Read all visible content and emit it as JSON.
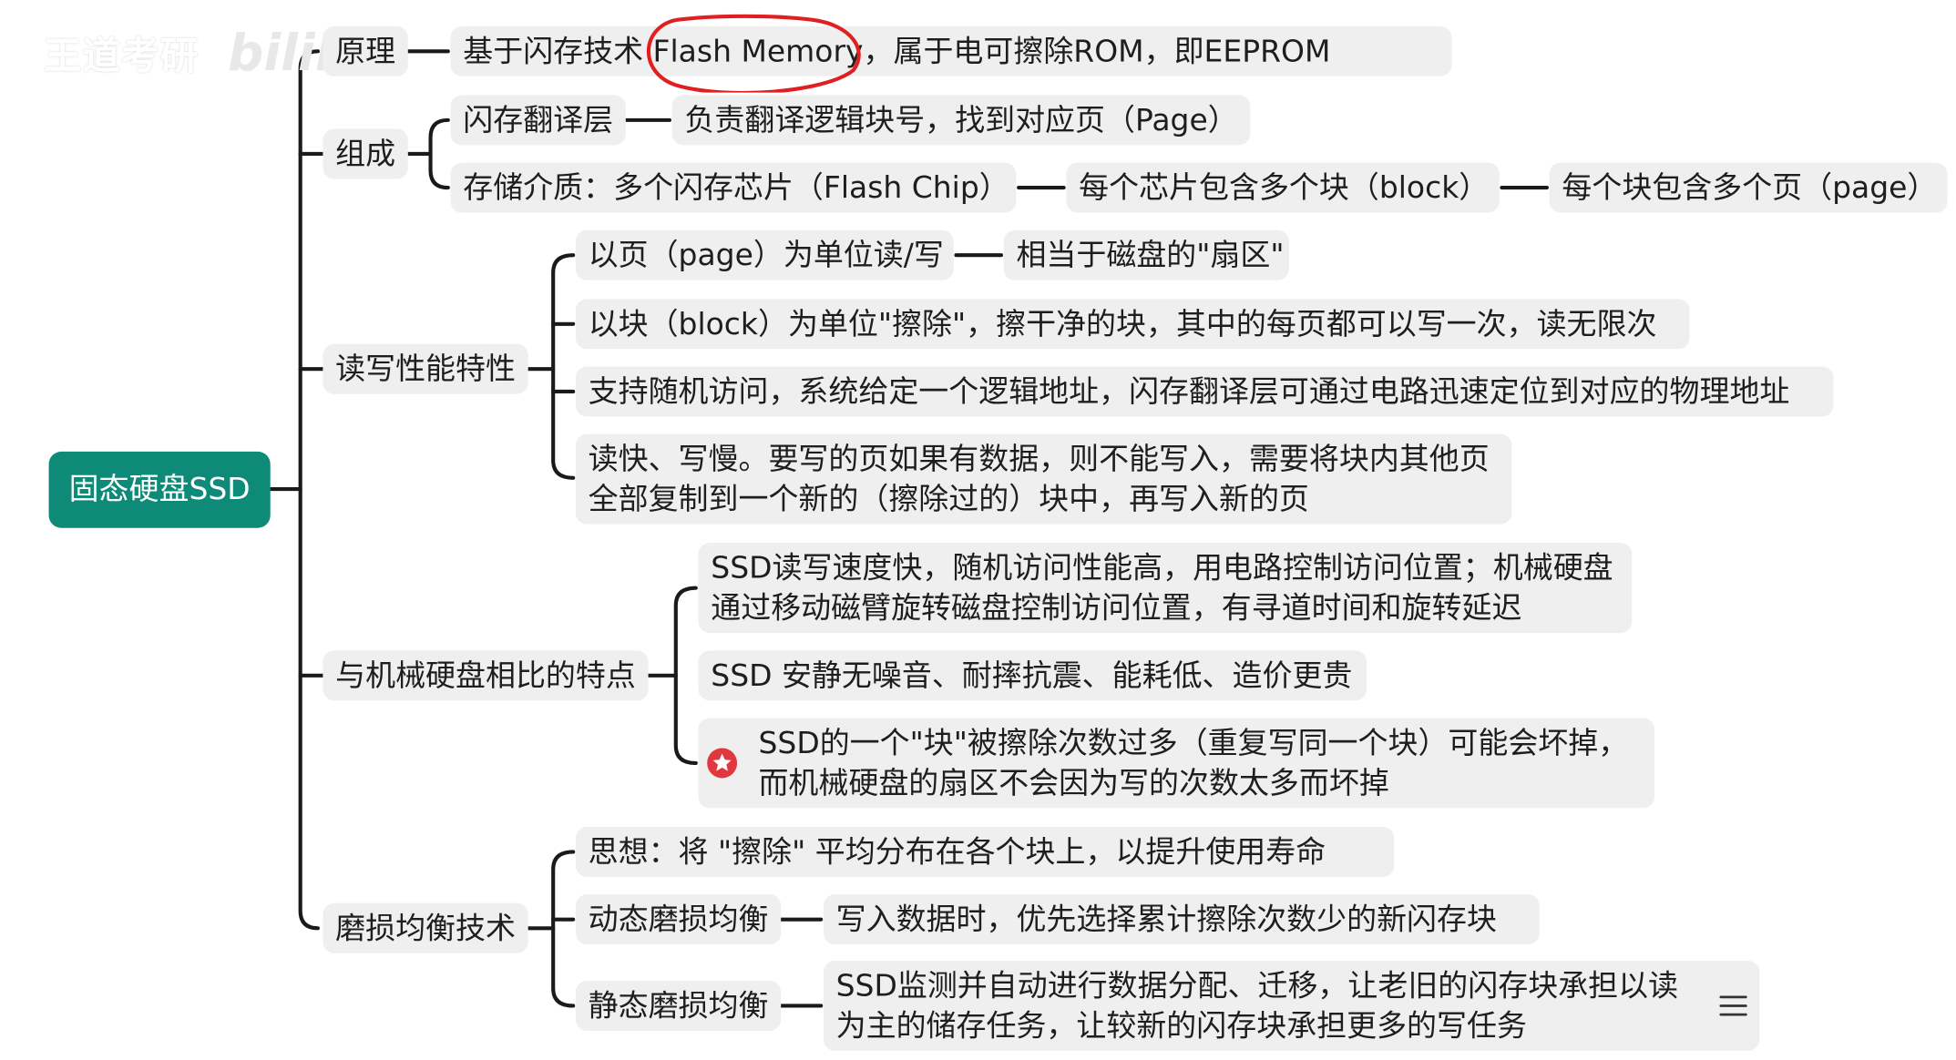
{
  "watermark": {
    "uploader": "王道考研",
    "platform": "bilibili"
  },
  "root": {
    "label": "固态硬盘SSD"
  },
  "branches": {
    "principle": {
      "label": "原理",
      "detail": "基于闪存技术 Flash Memory，属于电可擦除ROM，即EEPROM"
    },
    "composition": {
      "label": "组成",
      "ftl": "闪存翻译层",
      "ftl_detail": "负责翻译逻辑块号，找到对应页（Page）",
      "medium": "存储介质：多个闪存芯片（Flash Chip）",
      "chip_detail": "每个芯片包含多个块（block）",
      "block_detail": "每个块包含多个页（page）"
    },
    "rw": {
      "label": "读写性能特性",
      "page_unit": "以页（page）为单位读/写",
      "page_note": "相当于磁盘的\"扇区\"",
      "block_unit": "以块（block）为单位\"擦除\"，擦干净的块，其中的每页都可以写一次，读无限次",
      "random": "支持随机访问，系统给定一个逻辑地址，闪存翻译层可通过电路迅速定位到对应的物理地址",
      "speed_line1": "读快、写慢。要写的页如果有数据，则不能写入，需要将块内其他页",
      "speed_line2": "全部复制到一个新的（擦除过的）块中，再写入新的页"
    },
    "compare": {
      "label": "与机械硬盘相比的特点",
      "speed_line1": "SSD读写速度快，随机访问性能高，用电路控制访问位置；机械硬盘",
      "speed_line2": "通过移动磁臂旋转磁盘控制访问位置，有寻道时间和旋转延迟",
      "quiet": "SSD 安静无噪音、耐摔抗震、能耗低、造价更贵",
      "wear_line1": "SSD的一个\"块\"被擦除次数过多（重复写同一个块）可能会坏掉，",
      "wear_line2": "而机械硬盘的扇区不会因为写的次数太多而坏掉"
    },
    "leveling": {
      "label": "磨损均衡技术",
      "idea": "思想：将 \"擦除\" 平均分布在各个块上，以提升使用寿命",
      "dynamic": "动态磨损均衡",
      "dynamic_detail": "写入数据时，优先选择累计擦除次数少的新闪存块",
      "static": "静态磨损均衡",
      "static_line1": "SSD监测并自动进行数据分配、迁移，让老旧的闪存块承担以读",
      "static_line2": "为主的储存任务，让较新的闪存块承担更多的写任务"
    }
  },
  "colors": {
    "root_bg": "#0e8a78",
    "node_bg": "#efefef",
    "annotation": "#e02020",
    "star": "#e0383e"
  }
}
